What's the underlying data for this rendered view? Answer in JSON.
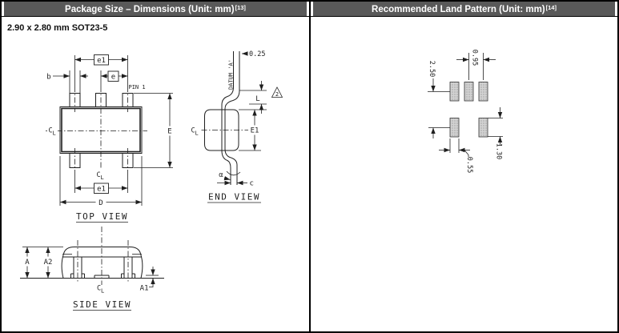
{
  "page": {
    "left_header": "Package Size – Dimensions (Unit: mm)",
    "left_header_sup": "[13]",
    "right_header": "Recommended Land Pattern (Unit: mm)",
    "right_header_sup": "[14]",
    "subtitle": "2.90 x 2.80 mm SOT23-5"
  },
  "top_view": {
    "title": "TOP VIEW",
    "dim_e1_top": "e1",
    "dim_b": "b",
    "dim_e": "e",
    "pin1": "PIN 1",
    "dim_E": "E",
    "dim_e1_bottom": "e1",
    "dim_D": "D"
  },
  "end_view": {
    "title": "END VIEW",
    "dim_offset": "0.25",
    "datum": "DATUM 'A'",
    "flag_note": "2",
    "dim_L": "L",
    "dim_E1": "E1",
    "dim_alpha": "α",
    "dim_c": "c"
  },
  "side_view": {
    "title": "SIDE VIEW",
    "dim_A": "A",
    "dim_A2": "A2",
    "dim_A1": "A1"
  },
  "land_pattern": {
    "pad_pitch": "0.95",
    "row_spacing": "2.50",
    "pad_width": "0.55",
    "pad_length": "1.30"
  },
  "symbols": {
    "centerline_c": "C",
    "centerline_l": "L"
  },
  "colors": {
    "header_bg": "#595959",
    "header_text": "#ffffff",
    "line_color": "#1f1f1f",
    "pad_fill": "#d3d3d3",
    "pad_dot": "#8f8f8f"
  }
}
